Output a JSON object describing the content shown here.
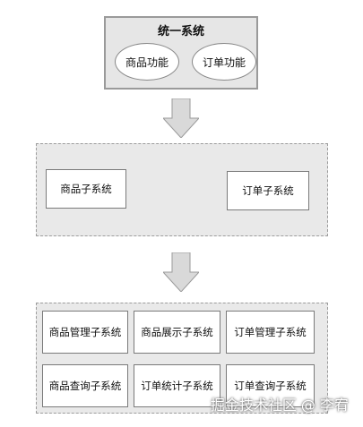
{
  "top": {
    "title": "统一系统",
    "features": [
      "商品功能",
      "订单功能"
    ]
  },
  "middle": {
    "subsystems": [
      "商品子系统",
      "订单子系统"
    ]
  },
  "bottom": {
    "subsystems": [
      "商品管理子系统",
      "商品展示子系统",
      "订单管理子系统",
      "商品查询子系统",
      "订单统计子系统",
      "订单查询子系统"
    ]
  },
  "watermark": "掘金技术社区 @ 李宥",
  "colors": {
    "panel_fill": "#e6e6e6",
    "arrow_fill": "#d9d9d9",
    "border": "#9a9a9a"
  }
}
